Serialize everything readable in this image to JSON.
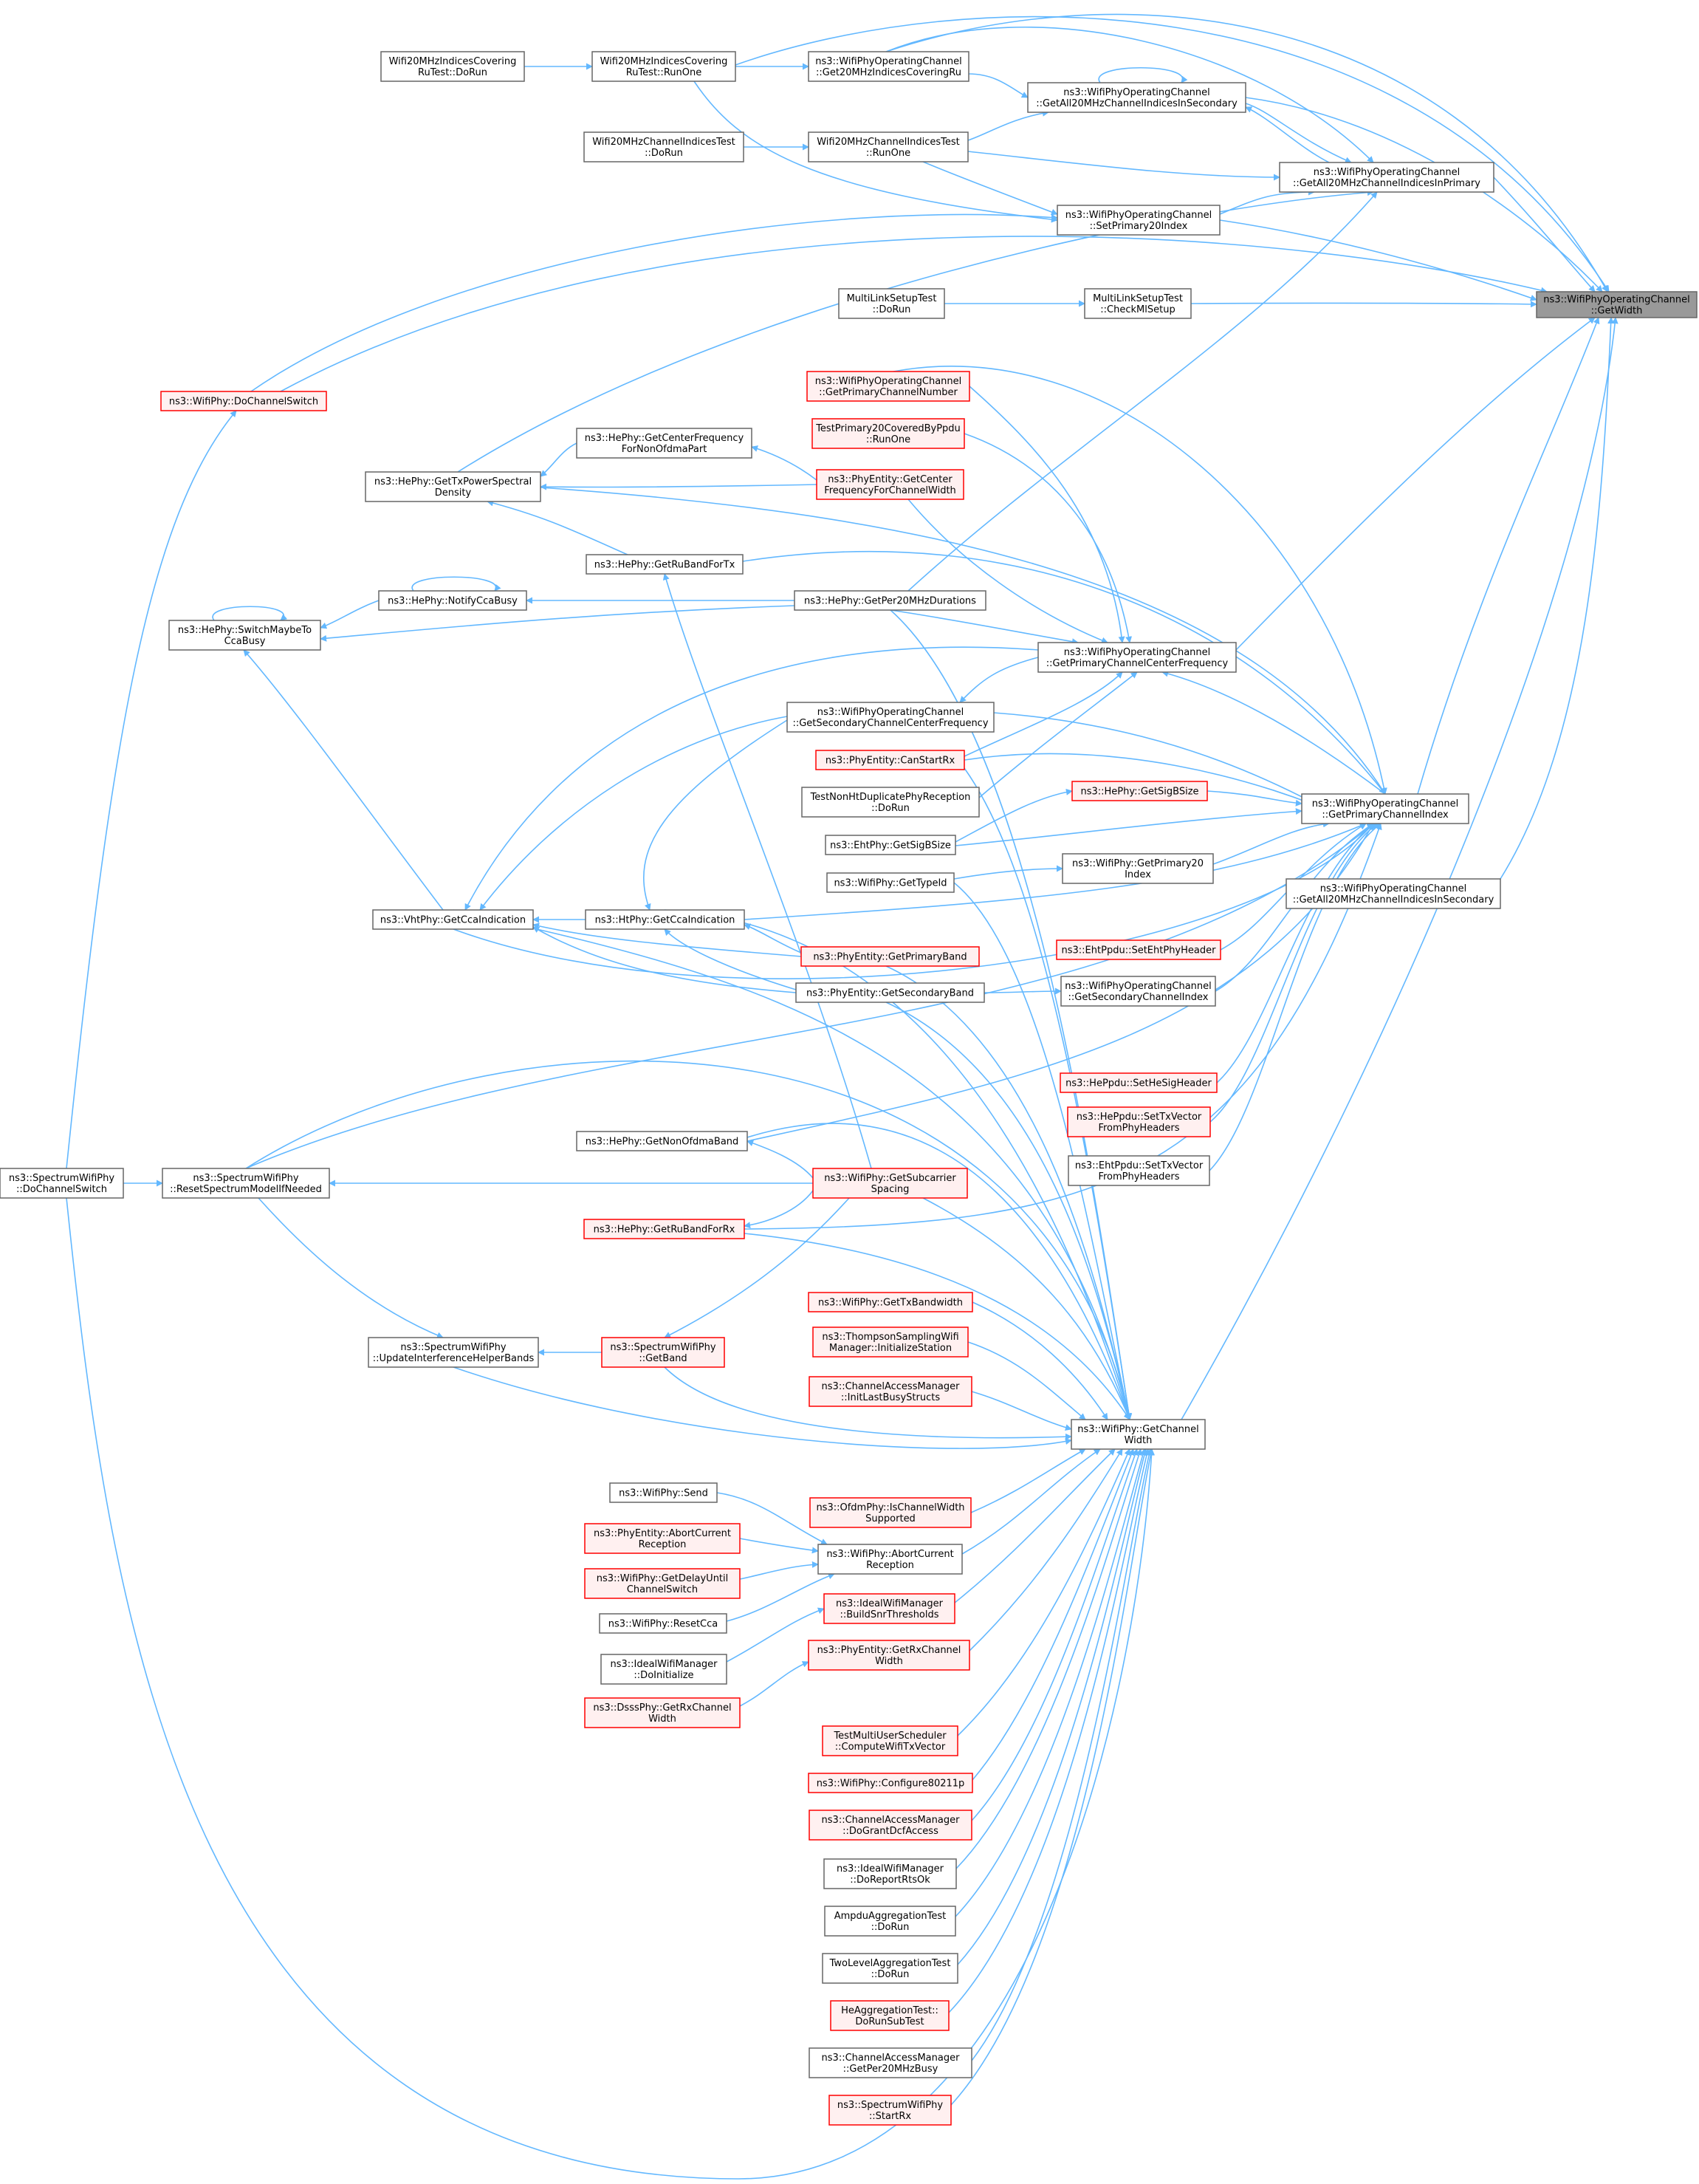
{
  "colors": {
    "edge": "#63b8ff",
    "node_border": "#666666",
    "truncated_border": "#ff0000",
    "truncated_fill": "#fff0f0",
    "focus_fill": "#999999"
  },
  "nodes": {
    "getwidth": {
      "lines": [
        "ns3::WifiPhyOperatingChannel",
        "::GetWidth"
      ],
      "style": "focus"
    },
    "w20cov_dorun": {
      "lines": [
        "Wifi20MHzIndicesCovering",
        "RuTest::DoRun"
      ],
      "style": "plain"
    },
    "w20cov_runone": {
      "lines": [
        "Wifi20MHzIndicesCovering",
        "RuTest::RunOne"
      ],
      "style": "plain"
    },
    "get20covru": {
      "lines": [
        "ns3::WifiPhyOperatingChannel",
        "::Get20MHzIndicesCoveringRu"
      ],
      "style": "plain"
    },
    "getall20sec": {
      "lines": [
        "ns3::WifiPhyOperatingChannel",
        "::GetAll20MHzChannelIndicesInSecondary"
      ],
      "style": "plain"
    },
    "w20ch_dorun": {
      "lines": [
        "Wifi20MHzChannelIndicesTest",
        "::DoRun"
      ],
      "style": "plain"
    },
    "w20ch_runone": {
      "lines": [
        "Wifi20MHzChannelIndicesTest",
        "::RunOne"
      ],
      "style": "plain"
    },
    "getall20pri": {
      "lines": [
        "ns3::WifiPhyOperatingChannel",
        "::GetAll20MHzChannelIndicesInPrimary"
      ],
      "style": "plain"
    },
    "setprim20": {
      "lines": [
        "ns3::WifiPhyOperatingChannel",
        "::SetPrimary20Index"
      ],
      "style": "plain"
    },
    "mls_dorun": {
      "lines": [
        "MultiLinkSetupTest",
        "::DoRun"
      ],
      "style": "plain"
    },
    "mls_check": {
      "lines": [
        "MultiLinkSetupTest",
        "::CheckMlSetup"
      ],
      "style": "plain"
    },
    "dochswitch": {
      "lines": [
        "ns3::WifiPhy::DoChannelSwitch"
      ],
      "style": "trunc"
    },
    "getprimchnum": {
      "lines": [
        "ns3::WifiPhyOperatingChannel",
        "::GetPrimaryChannelNumber"
      ],
      "style": "trunc"
    },
    "testprim20": {
      "lines": [
        "TestPrimary20CoveredByPpdu",
        "::RunOne"
      ],
      "style": "trunc"
    },
    "getcfnonofdma": {
      "lines": [
        "ns3::HePhy::GetCenterFrequency",
        "ForNonOfdmaPart"
      ],
      "style": "plain"
    },
    "gettxpsd": {
      "lines": [
        "ns3::HePhy::GetTxPowerSpectral",
        "Density"
      ],
      "style": "plain"
    },
    "getcfchw": {
      "lines": [
        "ns3::PhyEntity::GetCenter",
        "FrequencyForChannelWidth"
      ],
      "style": "trunc"
    },
    "getrubandtx": {
      "lines": [
        "ns3::HePhy::GetRuBandForTx"
      ],
      "style": "plain"
    },
    "notifycca": {
      "lines": [
        "ns3::HePhy::NotifyCcaBusy"
      ],
      "style": "plain"
    },
    "getper20dur": {
      "lines": [
        "ns3::HePhy::GetPer20MHzDurations"
      ],
      "style": "plain"
    },
    "switchcca": {
      "lines": [
        "ns3::HePhy::SwitchMaybeTo",
        "CcaBusy"
      ],
      "style": "plain"
    },
    "getprimcf": {
      "lines": [
        "ns3::WifiPhyOperatingChannel",
        "::GetPrimaryChannelCenterFrequency"
      ],
      "style": "plain"
    },
    "getseccf": {
      "lines": [
        "ns3::WifiPhyOperatingChannel",
        "::GetSecondaryChannelCenterFrequency"
      ],
      "style": "plain"
    },
    "canstartrx": {
      "lines": [
        "ns3::PhyEntity::CanStartRx"
      ],
      "style": "trunc"
    },
    "testnonht": {
      "lines": [
        "TestNonHtDuplicatePhyReception",
        "::DoRun"
      ],
      "style": "plain"
    },
    "getsigbsize": {
      "lines": [
        "ns3::HePhy::GetSigBSize"
      ],
      "style": "trunc"
    },
    "getprimidx": {
      "lines": [
        "ns3::WifiPhyOperatingChannel",
        "::GetPrimaryChannelIndex"
      ],
      "style": "plain"
    },
    "ehtsigbsize": {
      "lines": [
        "ns3::EhtPhy::GetSigBSize"
      ],
      "style": "plain"
    },
    "getprim20": {
      "lines": [
        "ns3::WifiPhy::GetPrimary20",
        "Index"
      ],
      "style": "plain"
    },
    "gettypeid": {
      "lines": [
        "ns3::WifiPhy::GetTypeId"
      ],
      "style": "plain"
    },
    "getall20sec2": {
      "lines": [
        "ns3::WifiPhyOperatingChannel",
        "::GetAll20MHzChannelIndicesInSecondary"
      ],
      "style": "plain"
    },
    "vhtcca": {
      "lines": [
        "ns3::VhtPhy::GetCcaIndication"
      ],
      "style": "plain"
    },
    "htcca": {
      "lines": [
        "ns3::HtPhy::GetCcaIndication"
      ],
      "style": "plain"
    },
    "getprimband": {
      "lines": [
        "ns3::PhyEntity::GetPrimaryBand"
      ],
      "style": "trunc"
    },
    "setehtphy": {
      "lines": [
        "ns3::EhtPpdu::SetEhtPhyHeader"
      ],
      "style": "trunc"
    },
    "getsecband": {
      "lines": [
        "ns3::PhyEntity::GetSecondaryBand"
      ],
      "style": "plain"
    },
    "getsecidx": {
      "lines": [
        "ns3::WifiPhyOperatingChannel",
        "::GetSecondaryChannelIndex"
      ],
      "style": "plain"
    },
    "sethesig": {
      "lines": [
        "ns3::HePpdu::SetHeSigHeader"
      ],
      "style": "trunc"
    },
    "hetxvec": {
      "lines": [
        "ns3::HePpdu::SetTxVector",
        "FromPhyHeaders"
      ],
      "style": "trunc"
    },
    "ehttxvec": {
      "lines": [
        "ns3::EhtPpdu::SetTxVector",
        "FromPhyHeaders"
      ],
      "style": "plain"
    },
    "getnonofdma": {
      "lines": [
        "ns3::HePhy::GetNonOfdmaBand"
      ],
      "style": "plain"
    },
    "spec_dochsw": {
      "lines": [
        "ns3::SpectrumWifiPhy",
        "::DoChannelSwitch"
      ],
      "style": "plain"
    },
    "resetspec": {
      "lines": [
        "ns3::SpectrumWifiPhy",
        "::ResetSpectrumModelIfNeeded"
      ],
      "style": "plain"
    },
    "getsubcarrier": {
      "lines": [
        "ns3::WifiPhy::GetSubcarrier",
        "Spacing"
      ],
      "style": "trunc"
    },
    "getrubandrx": {
      "lines": [
        "ns3::HePhy::GetRuBandForRx"
      ],
      "style": "trunc"
    },
    "gettxbw": {
      "lines": [
        "ns3::WifiPhy::GetTxBandwidth"
      ],
      "style": "trunc"
    },
    "thompson": {
      "lines": [
        "ns3::ThompsonSamplingWifi",
        "Manager::InitializeStation"
      ],
      "style": "trunc"
    },
    "updinterf": {
      "lines": [
        "ns3::SpectrumWifiPhy",
        "::UpdateInterferenceHelperBands"
      ],
      "style": "plain"
    },
    "getband": {
      "lines": [
        "ns3::SpectrumWifiPhy",
        "::GetBand"
      ],
      "style": "trunc"
    },
    "cam_initlast": {
      "lines": [
        "ns3::ChannelAccessManager",
        "::InitLastBusyStructs"
      ],
      "style": "trunc"
    },
    "getchw": {
      "lines": [
        "ns3::WifiPhy::GetChannel",
        "Width"
      ],
      "style": "plain"
    },
    "send": {
      "lines": [
        "ns3::WifiPhy::Send"
      ],
      "style": "plain"
    },
    "ofdmischw": {
      "lines": [
        "ns3::OfdmPhy::IsChannelWidth",
        "Supported"
      ],
      "style": "trunc"
    },
    "pe_abort": {
      "lines": [
        "ns3::PhyEntity::AbortCurrent",
        "Reception"
      ],
      "style": "trunc"
    },
    "wp_abort": {
      "lines": [
        "ns3::WifiPhy::AbortCurrent",
        "Reception"
      ],
      "style": "plain"
    },
    "getdelay": {
      "lines": [
        "ns3::WifiPhy::GetDelayUntil",
        "ChannelSwitch"
      ],
      "style": "trunc"
    },
    "idealbuild": {
      "lines": [
        "ns3::IdealWifiManager",
        "::BuildSnrThresholds"
      ],
      "style": "trunc"
    },
    "resetcca": {
      "lines": [
        "ns3::WifiPhy::ResetCca"
      ],
      "style": "plain"
    },
    "pe_getrxchw": {
      "lines": [
        "ns3::PhyEntity::GetRxChannel",
        "Width"
      ],
      "style": "trunc"
    },
    "idealinit": {
      "lines": [
        "ns3::IdealWifiManager",
        "::DoInitialize"
      ],
      "style": "plain"
    },
    "dsss_getrxchw": {
      "lines": [
        "ns3::DsssPhy::GetRxChannel",
        "Width"
      ],
      "style": "trunc"
    },
    "testmus": {
      "lines": [
        "TestMultiUserScheduler",
        "::ComputeWifiTxVector"
      ],
      "style": "trunc"
    },
    "conf80211p": {
      "lines": [
        "ns3::WifiPhy::Configure80211p"
      ],
      "style": "trunc"
    },
    "cam_dogrant": {
      "lines": [
        "ns3::ChannelAccessManager",
        "::DoGrantDcfAccess"
      ],
      "style": "trunc"
    },
    "idealrts": {
      "lines": [
        "ns3::IdealWifiManager",
        "::DoReportRtsOk"
      ],
      "style": "plain"
    },
    "ampdu": {
      "lines": [
        "AmpduAggregationTest",
        "::DoRun"
      ],
      "style": "plain"
    },
    "twolevel": {
      "lines": [
        "TwoLevelAggregationTest",
        "::DoRun"
      ],
      "style": "plain"
    },
    "heagg": {
      "lines": [
        "HeAggregationTest::",
        "DoRunSubTest"
      ],
      "style": "trunc"
    },
    "cam_per20": {
      "lines": [
        "ns3::ChannelAccessManager",
        "::GetPer20MHzBusy"
      ],
      "style": "plain"
    },
    "spec_startrx": {
      "lines": [
        "ns3::SpectrumWifiPhy",
        "::StartRx"
      ],
      "style": "trunc"
    }
  }
}
